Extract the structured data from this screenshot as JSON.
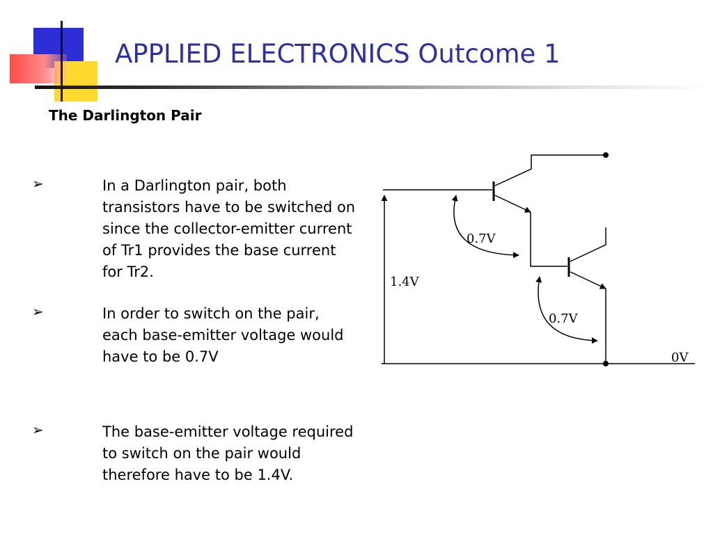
{
  "header": {
    "title": "APPLIED ELECTRONICS Outcome 1",
    "subtitle": "The Darlington Pair",
    "logo_colors": {
      "blue": "#2e2ed6",
      "yellow": "#ffd92e",
      "red": "#ff4a4a"
    },
    "title_color": "#2b2fa8"
  },
  "bullets": {
    "marker": "➢",
    "items": [
      {
        "text": "In a Darlington pair, both transistors have to be switched on since the collector-emitter current of Tr1 provides the base current for Tr2."
      },
      {
        "text": "In order to switch on the pair, each base-emitter voltage would have to be 0.7V"
      },
      {
        "text": "The base-emitter voltage required to switch on the pair would therefore have to be 1.4V."
      }
    ]
  },
  "diagram": {
    "labels": {
      "vbe1": "0.7V",
      "vbe2": "0.7V",
      "total": "1.4V",
      "ground": "0V"
    }
  }
}
